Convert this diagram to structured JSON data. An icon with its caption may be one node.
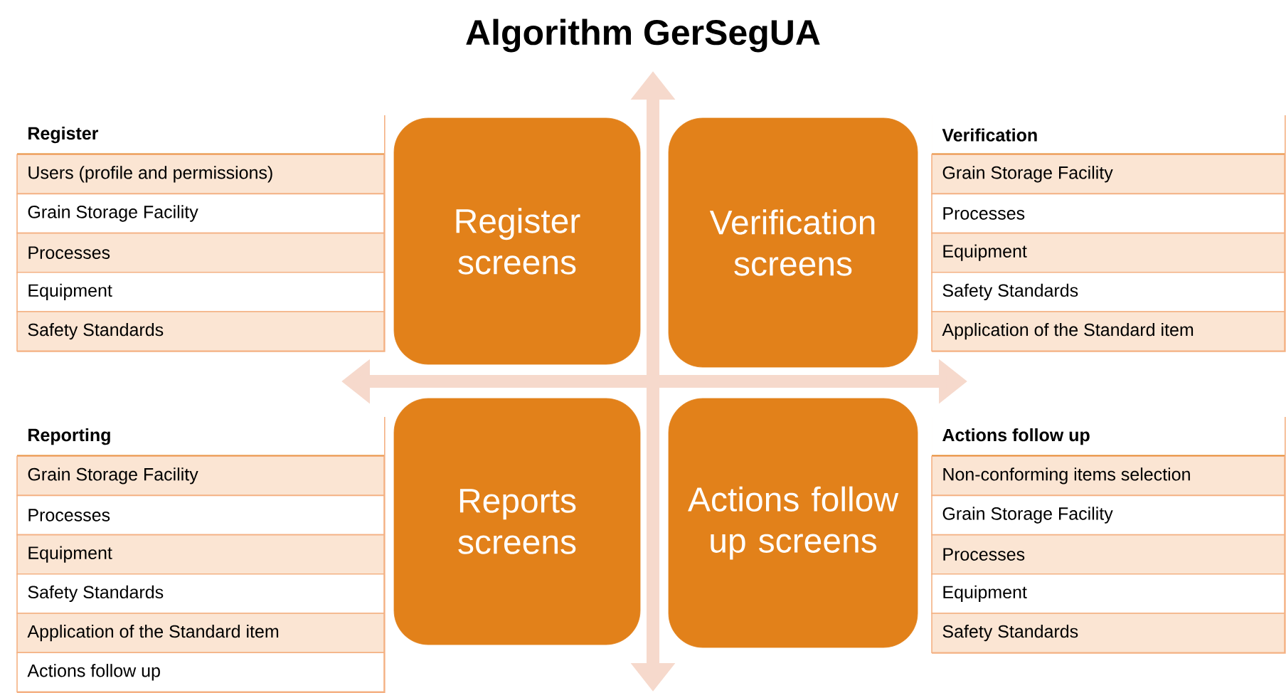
{
  "diagram": {
    "title": "Algorithm GerSegUA",
    "nodes": [
      {
        "text": [
          "Register",
          "Users (profile and permissions)",
          "Grain Storage Facility",
          "Processes",
          "Equipment",
          "Safety Standards"
        ]
      },
      {
        "text": [
          "Register screens"
        ]
      },
      {
        "text": [
          "Verification screens"
        ]
      },
      {
        "text": [
          "Verification",
          "Grain Storage Facility",
          "Processes",
          "Equipment",
          "Safety Standards",
          "Application of the Standard item"
        ]
      },
      {
        "text": [
          "Reporting",
          "Grain Storage Facility",
          "Processes",
          "Equipment",
          "Safety Standards",
          "Application of the Standard item",
          "Actions follow up"
        ]
      },
      {
        "text": [
          "Reports screens"
        ]
      },
      {
        "text": [
          "Actions follow up screens"
        ]
      },
      {
        "text": [
          "Actions follow up",
          "Non-conforming items selection",
          "Grain Storage Facility",
          "Processes",
          "Equipment",
          "Safety Standards"
        ]
      }
    ]
  }
}
